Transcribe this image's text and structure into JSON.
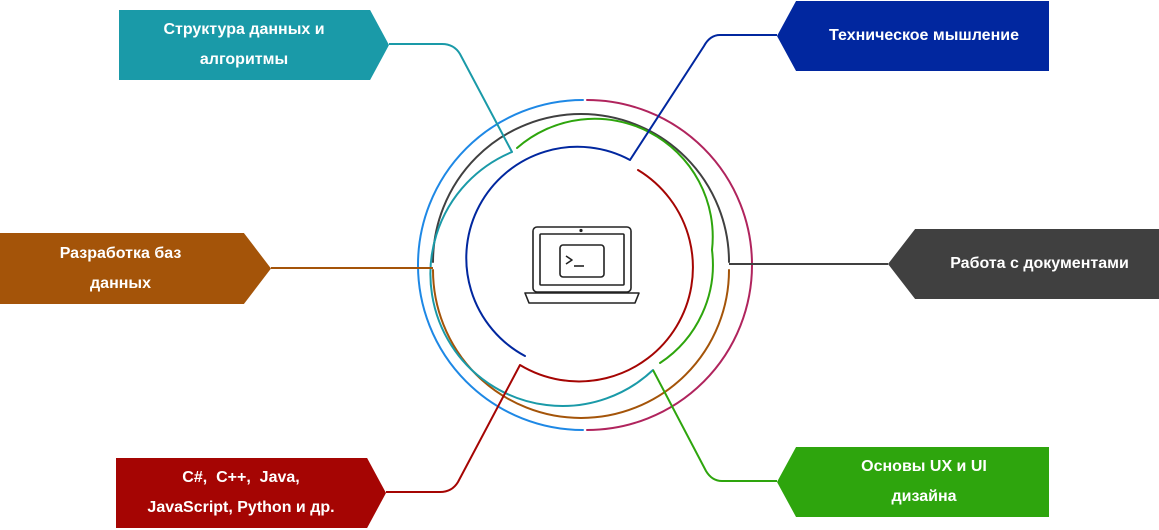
{
  "nodes": {
    "algorithms": {
      "line1": "Структура данных и",
      "line2": "алгоритмы",
      "color": "#1a9aa8"
    },
    "databases": {
      "line1": "Разработка баз",
      "line2": "данных",
      "color": "#a45409"
    },
    "languages": {
      "line1": "C#,  C++,  Java,",
      "line2": "JavaScript, Python и др.",
      "color": "#a50503"
    },
    "tech_thinking": {
      "line1": "Техническое мышление",
      "color": "#01279f"
    },
    "documents": {
      "line1": "Работа с документами",
      "color": "#404040"
    },
    "ux_ui": {
      "line1": "Основы UX и UI",
      "line2": "дизайна",
      "color": "#2ea50d"
    }
  },
  "rings": {
    "blue_outer": "#1e88e5",
    "crimson": "#b0245d",
    "dark": "#404040",
    "orange": "#a45409",
    "teal": "#1a9aa8",
    "green": "#2ea50d",
    "navy": "#01279f",
    "red": "#a50503"
  },
  "center_icon": "laptop-terminal-icon"
}
